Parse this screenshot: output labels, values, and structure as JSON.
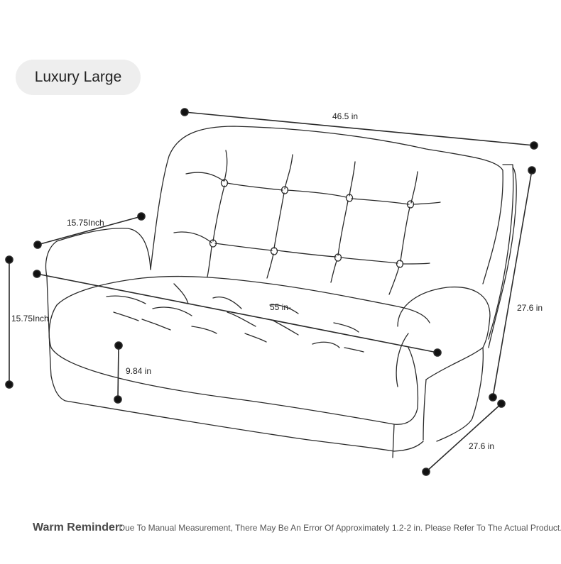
{
  "title": "Luxury Large",
  "dimensions": {
    "top_width": "46.5 in",
    "arm_width": "15.75Inch",
    "side_height": "15.75Inch",
    "seat_width": "55 in-",
    "seat_height": "9.84 in",
    "back_height": "27.6 in",
    "depth": "27.6 in"
  },
  "reminder": {
    "label": "Warm Reminder:",
    "text": "Due To Manual Measurement, There May Be An Error Of Approximately 1.2-2 in. Please Refer To The Actual Product."
  },
  "colors": {
    "line": "#2a2a2a",
    "pill": "#eeeeee",
    "text": "#222222"
  }
}
